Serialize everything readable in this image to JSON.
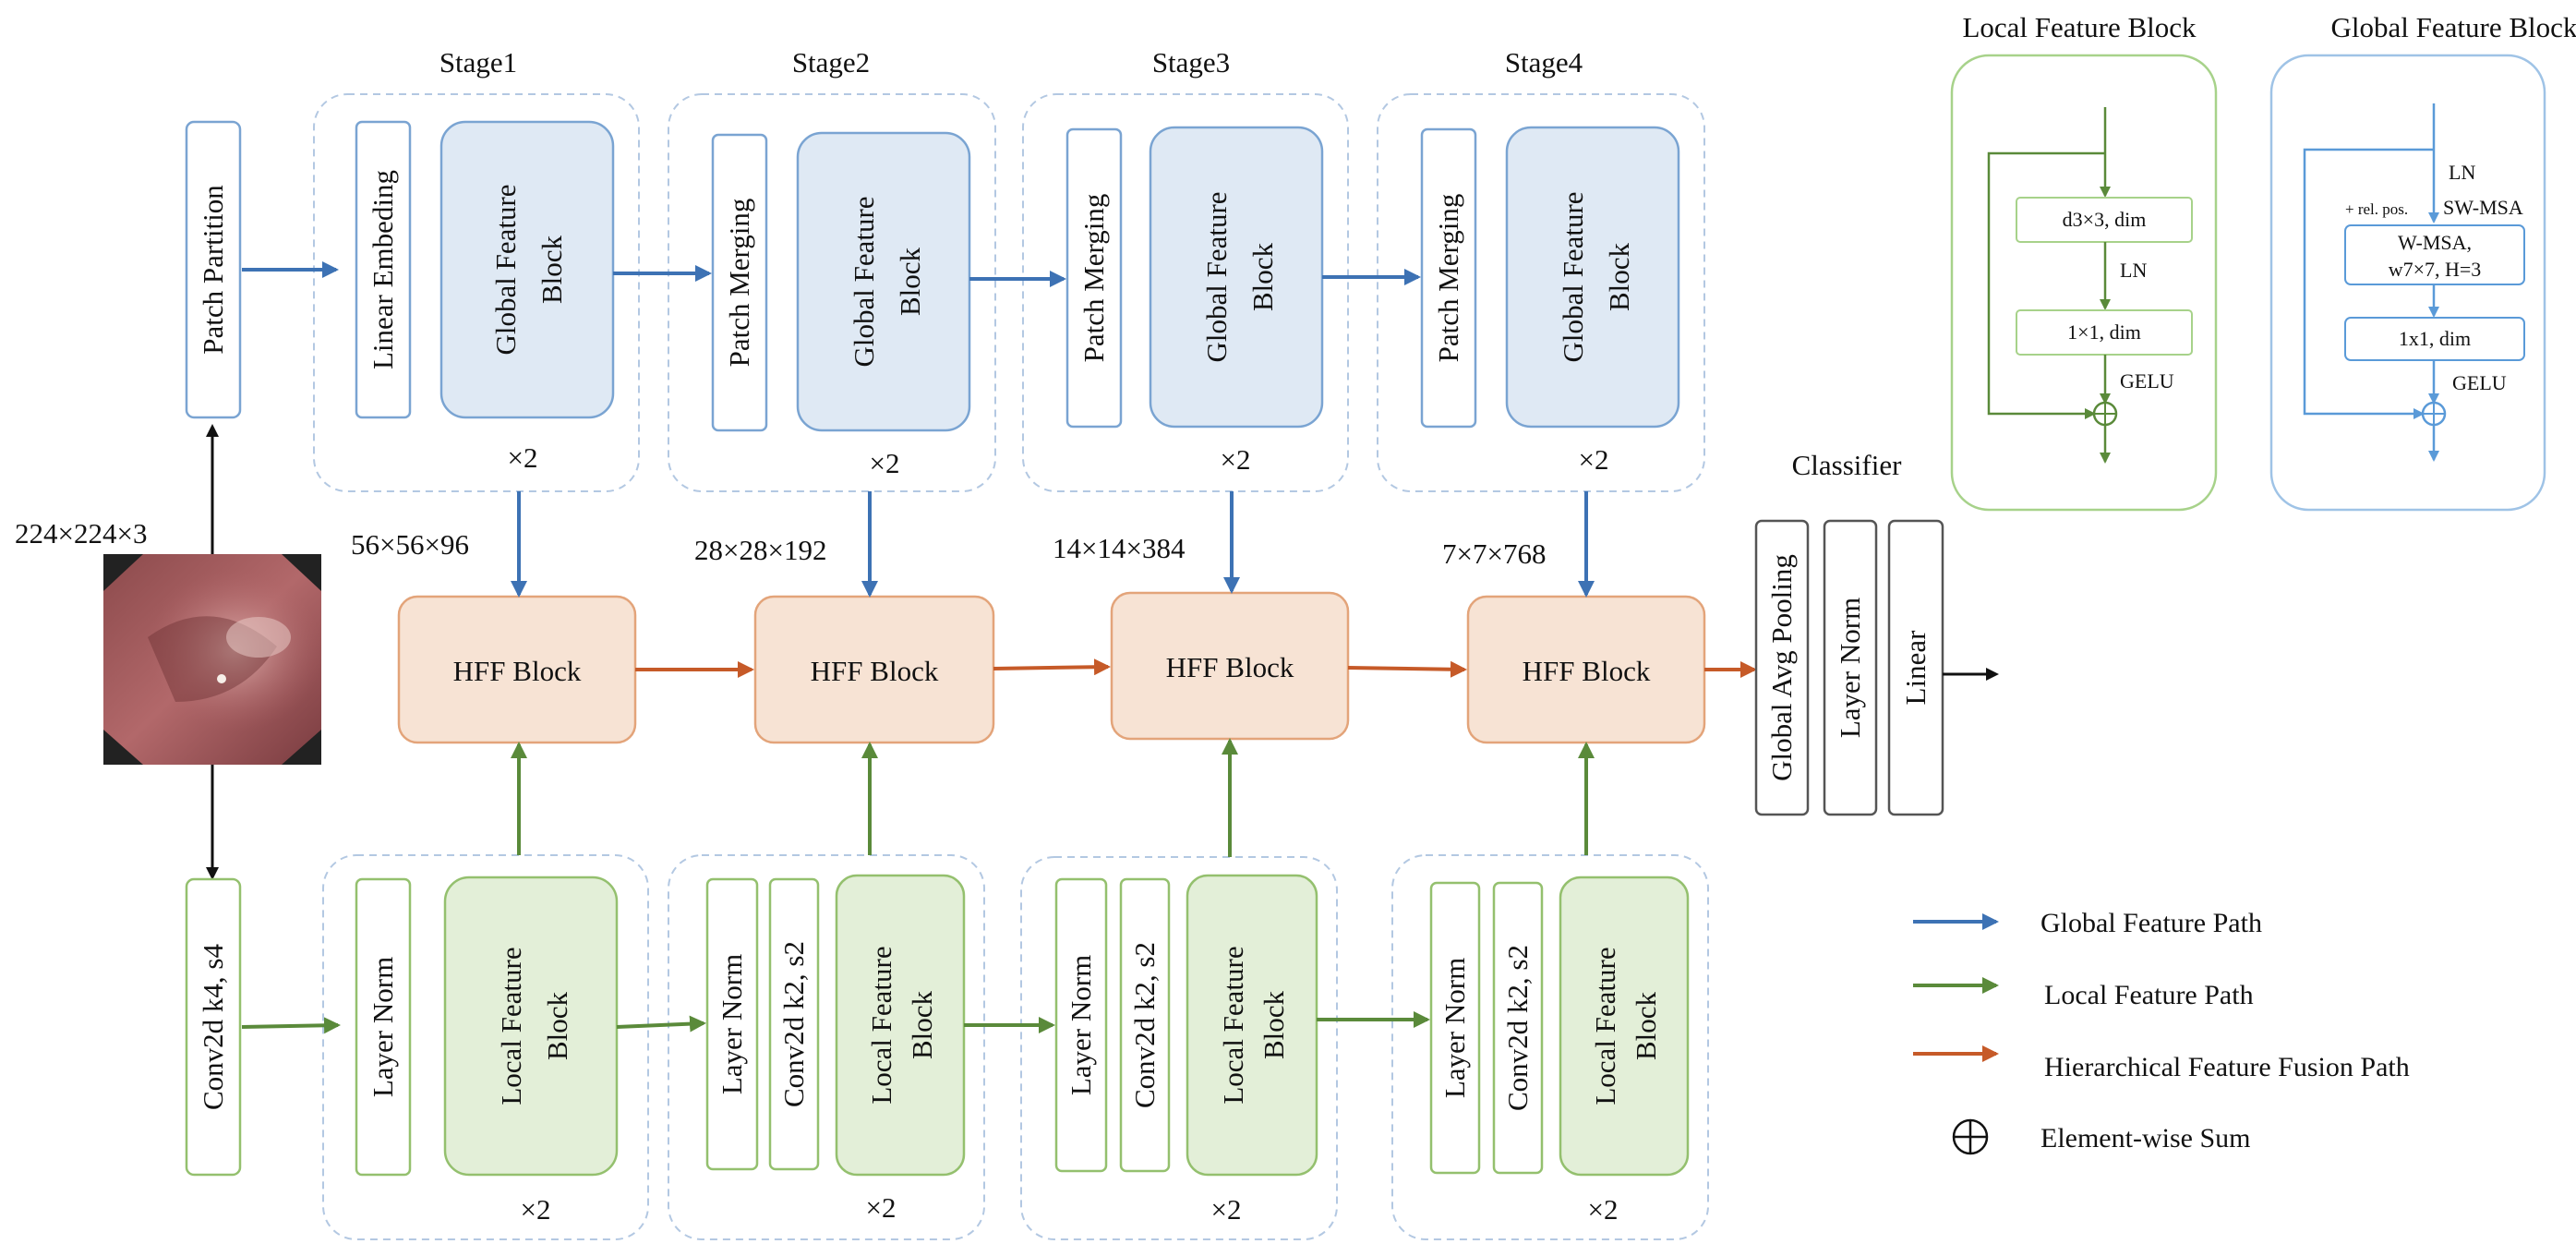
{
  "input": {
    "size_label": "224×224×3"
  },
  "stem": {
    "patch_partition": "Patch Partition",
    "conv": "Conv2d k4, s4"
  },
  "stages": [
    {
      "title": "Stage1",
      "global_first": "Linear Embeding",
      "global_block": [
        "Global Feature",
        "Block"
      ],
      "repeat_global": "×2",
      "dims": "56×56×96",
      "hff": "HFF Block",
      "local_layers": [
        "Layer Norm"
      ],
      "local_block": [
        "Local Feature",
        "Block"
      ],
      "repeat_local": "×2"
    },
    {
      "title": "Stage2",
      "global_first": "Patch Merging",
      "global_block": [
        "Global Feature",
        "Block"
      ],
      "repeat_global": "×2",
      "dims": "28×28×192",
      "hff": "HFF Block",
      "local_layers": [
        "Layer Norm",
        "Conv2d k2, s2"
      ],
      "local_block": [
        "Local Feature",
        "Block"
      ],
      "repeat_local": "×2"
    },
    {
      "title": "Stage3",
      "global_first": "Patch Merging",
      "global_block": [
        "Global Feature",
        "Block"
      ],
      "repeat_global": "×2",
      "dims": "14×14×384",
      "hff": "HFF Block",
      "local_layers": [
        "Layer Norm",
        "Conv2d k2, s2"
      ],
      "local_block": [
        "Local Feature",
        "Block"
      ],
      "repeat_local": "×2"
    },
    {
      "title": "Stage4",
      "global_first": "Patch Merging",
      "global_block": [
        "Global Feature",
        "Block"
      ],
      "repeat_global": "×2",
      "dims": "7×7×768",
      "hff": "HFF Block",
      "local_layers": [
        "Layer Norm",
        "Conv2d k2, s2"
      ],
      "local_block": [
        "Local Feature",
        "Block"
      ],
      "repeat_local": "×2"
    }
  ],
  "classifier": {
    "title": "Classifier",
    "layers": [
      "Global Avg Pooling",
      "Layer Norm",
      "Linear"
    ]
  },
  "local_detail": {
    "title": "Local Feature Block",
    "box1": "d3×3, dim",
    "ln": "LN",
    "box2": "1×1, dim",
    "gelu": "GELU"
  },
  "global_detail": {
    "title": "Global Feature Block",
    "ln": "LN",
    "pos": "+ rel. pos.",
    "swmsa": "SW-MSA",
    "box1_line1": "W-MSA,",
    "box1_line2": "w7×7, H=3",
    "box2": "1x1, dim",
    "gelu": "GELU"
  },
  "legend": [
    {
      "label": "Global Feature Path",
      "color": "#3d72b4"
    },
    {
      "label": "Local Feature Path",
      "color": "#5a8a3a"
    },
    {
      "label": "Hierarchical  Feature  Fusion Path",
      "color": "#c65a28"
    },
    {
      "label": "Element-wise  Sum",
      "symbol": "⊕"
    }
  ],
  "colors": {
    "global": "#3d72b4",
    "local": "#5a8a3a",
    "fusion": "#c65a28",
    "global_fill": "#dfe9f4",
    "global_stroke": "#7aa4d2",
    "local_fill": "#e3efd8",
    "local_stroke": "#94c06e",
    "hff_fill": "#f7e3d4",
    "hff_stroke": "#e3a47a",
    "dash": "#b3c8e2"
  }
}
